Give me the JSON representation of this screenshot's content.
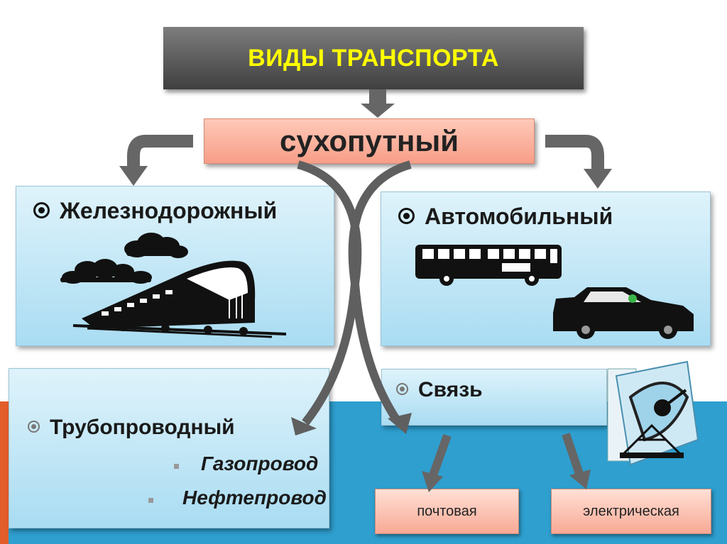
{
  "title": "ВИДЫ ТРАНСПОРТА",
  "subtitle": "сухопутный",
  "categories": {
    "rail": "Железнодорожный",
    "auto": "Автомобильный",
    "pipeline": {
      "label": "Трубопроводный",
      "items": [
        "Газопровод",
        "Нефтепровод"
      ]
    },
    "communication": {
      "label": "Связь",
      "items": [
        "почтовая",
        "электрическая"
      ]
    }
  },
  "colors": {
    "title_bg": "#5a5a5a",
    "title_text": "#ffff00",
    "subtitle_bg": "#f9b3a0",
    "panel_bg": "#bfe6f7",
    "band": "#2e9fcf",
    "arrow": "#666666"
  },
  "icons": [
    "train-icon",
    "clouds-icon",
    "bus-icon",
    "car-icon",
    "satellite-dish-icon"
  ]
}
